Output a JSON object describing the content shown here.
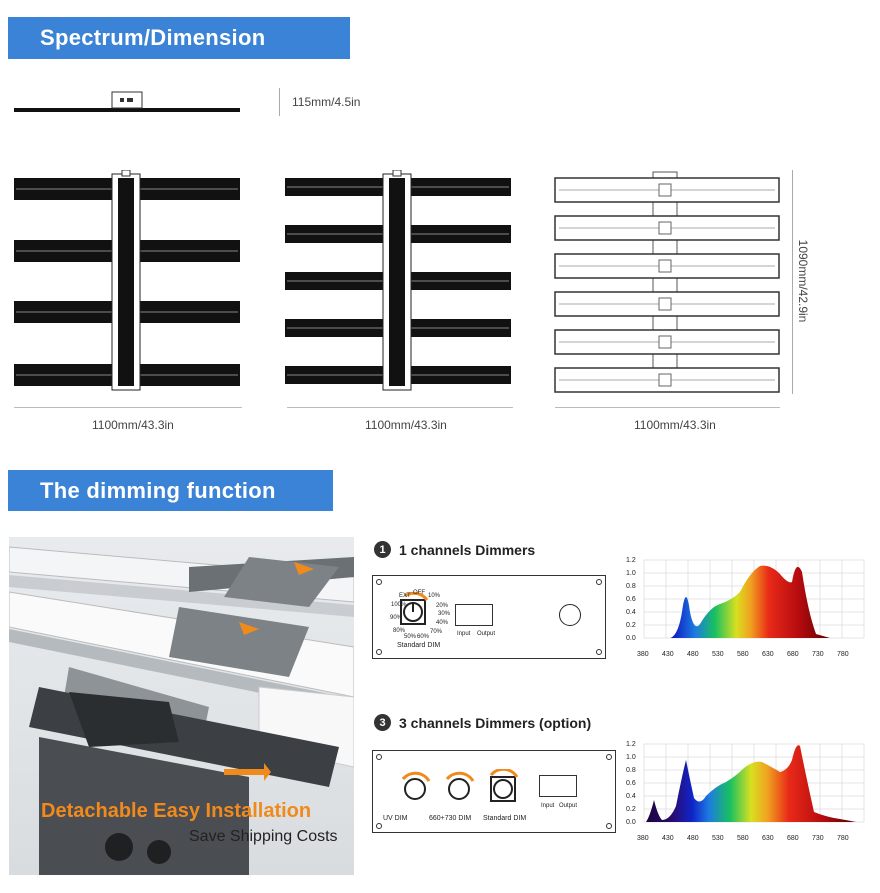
{
  "section1": {
    "title": "Spectrum/Dimension"
  },
  "height_label": "115mm/4.5in",
  "width_labels": [
    "1100mm/43.3in",
    "1100mm/43.3in",
    "1100mm/43.3in"
  ],
  "depth_label": "1090mm/42.9in",
  "section2": {
    "title": "The dimming function"
  },
  "photo": {
    "line1": "Detachable Easy Installation",
    "line2": "Save Shipping Costs"
  },
  "dimmer1": {
    "number": "1",
    "title": "1 channels Dimmers",
    "dial_label": "Standard DIM",
    "io_input": "Input",
    "io_output": "Output",
    "dial_marks": [
      "EXT",
      "OFF",
      "10%",
      "100%",
      "20%",
      "90%",
      "30%",
      "80%",
      "40%",
      "70%",
      "60%",
      "50%"
    ]
  },
  "dimmer3": {
    "number": "3",
    "title": "3 channels Dimmers (option)",
    "dial_labels": [
      "UV DIM",
      "660+730 DIM",
      "Standard DIM"
    ],
    "io_input": "Input",
    "io_output": "Output"
  },
  "spectrum_axis": {
    "x_ticks": [
      "380",
      "430",
      "480",
      "530",
      "580",
      "630",
      "680",
      "730",
      "780"
    ],
    "y_ticks_top": [
      "1.2",
      "1.0",
      "0.8",
      "0.6",
      "0.4",
      "0.2",
      "0.0"
    ],
    "y_ticks_bottom": [
      "1.2",
      "1.0",
      "0.8",
      "0.6",
      "0.4",
      "0.2",
      "0.0"
    ]
  },
  "colors": {
    "banner": "#3b83d6",
    "accent": "#f08a1c"
  }
}
